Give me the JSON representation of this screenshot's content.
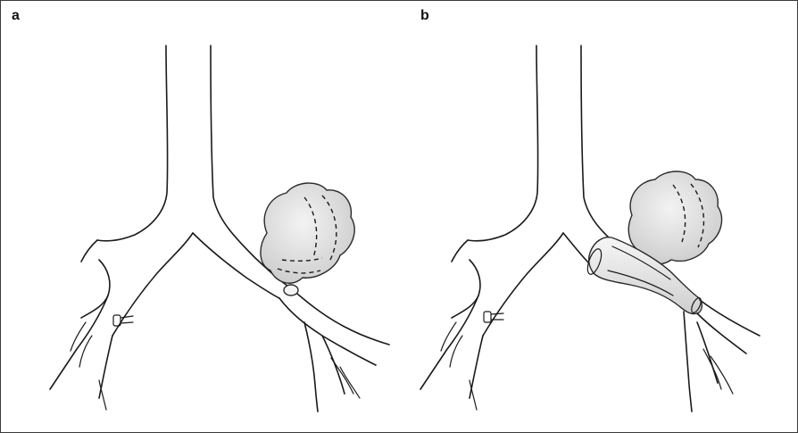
{
  "panels": [
    {
      "label": "a",
      "shows": [
        "lung-mass",
        "bronchial-nodule",
        "bronchial-tree"
      ]
    },
    {
      "label": "b",
      "shows": [
        "lung-mass",
        "airway-stent",
        "bronchial-tree"
      ]
    }
  ],
  "colors": {
    "ink": "#1a1a1a",
    "mass_fill": "#e4e4e4",
    "stent_fill": "#e8e8e8",
    "border": "#3a3a3a"
  }
}
